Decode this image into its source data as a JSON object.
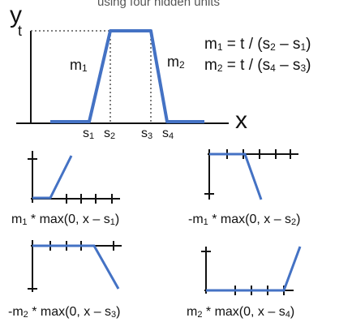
{
  "header": {
    "title_fragment": "using four hidden units"
  },
  "main_plot": {
    "y_axis_label": "y",
    "x_axis_label": "x",
    "t_label": "t",
    "m1_label": "m",
    "m1_sub": "1",
    "m2_label": "m",
    "m2_sub": "2",
    "ticks": [
      {
        "name": "s",
        "sub": "1"
      },
      {
        "name": "s",
        "sub": "2"
      },
      {
        "name": "s",
        "sub": "3"
      },
      {
        "name": "s",
        "sub": "4"
      }
    ]
  },
  "formulas": [
    {
      "lhs": "m",
      "lhs_sub": "1",
      "mid": " = t / (s",
      "a_sub": "2",
      "minus": " – s",
      "b_sub": "1",
      "end": ")"
    },
    {
      "lhs": "m",
      "lhs_sub": "2",
      "mid": " = t / (s",
      "a_sub": "4",
      "minus": " – s",
      "b_sub": "3",
      "end": ")"
    }
  ],
  "subplots": [
    {
      "pre": "m",
      "pre_sub": "1",
      "mid": " * max(0, x – s",
      "s_sub": "1",
      "end": ")"
    },
    {
      "pre": "-m",
      "pre_sub": "1",
      "mid": " * max(0, x – s",
      "s_sub": "2",
      "end": ")"
    },
    {
      "pre": "-m",
      "pre_sub": "2",
      "mid": " * max(0, x – s",
      "s_sub": "3",
      "end": ")"
    },
    {
      "pre": "m",
      "pre_sub": "2",
      "mid": " * max(0, x – s",
      "s_sub": "4",
      "end": ")"
    }
  ],
  "colors": {
    "curve": "#4472c4",
    "axis": "#111111",
    "guide": "#555555"
  }
}
